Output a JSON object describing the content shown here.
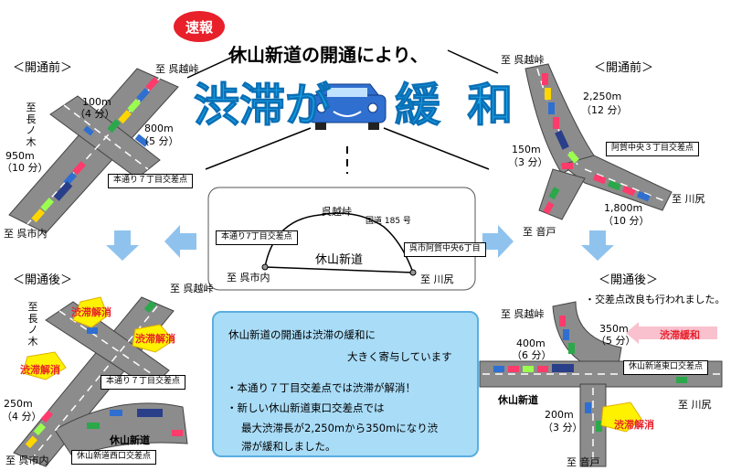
{
  "banner": {
    "badge": "速報",
    "headline": "休山新道の開通により、",
    "big_left": "渋滞が",
    "big_right": "緩 和"
  },
  "top_left": {
    "section_label": "＜開通前＞",
    "to_kuregoe": "至 呉越峠",
    "to_nagaki": "至長ノ木",
    "to_kure": "至 呉市内",
    "dist_100": "100m",
    "time_100": "（4 分）",
    "dist_800": "800m",
    "time_800": "（5 分）",
    "dist_950": "950m",
    "time_950": "（10 分）",
    "sign": "本通り７丁目交差点"
  },
  "top_right": {
    "section_label": "＜開通前＞",
    "to_kuregoe": "至 呉越峠",
    "to_kawajiri": "至 川尻",
    "to_otoko": "至 音戸",
    "dist_2250": "2,250m",
    "time_2250": "（12 分）",
    "dist_150": "150m",
    "time_150": "（3 分）",
    "dist_1800": "1,800m",
    "time_1800": "（10 分）",
    "sign": "阿賀中央３丁目交差点"
  },
  "center_map": {
    "kuregoe": "呉越峠",
    "route": "国道 185 号",
    "yasumiyama": "休山新道",
    "left_sign": "本通り7丁目交差点",
    "right_sign": "呉市阿賀中央6丁目",
    "to_kure": "至 呉市内",
    "to_kawajiri": "至 川尻"
  },
  "bottom_left": {
    "section_label": "＜開通後＞",
    "to_kuregoe": "至 呉越峠",
    "to_nagaki": "至長ノ木",
    "to_kure": "至 呉市内",
    "relieved_1": "渋滞解消",
    "relieved_2": "渋滞解消",
    "relieved_3": "渋滞解消",
    "dist_250": "250m",
    "time_250": "（4 分）",
    "sign_1": "本通り７丁目交差点",
    "yasumiyama": "休山新道",
    "sign_2": "休山新道西口交差点"
  },
  "bottom_right": {
    "section_label": "＜開通後＞",
    "note": "・交差点改良も行われました。",
    "to_kuregoe": "至 呉越峠",
    "to_kawajiri": "至 川尻",
    "to_otoko": "至 音戸",
    "dist_400": "400m",
    "time_400": "（6 分）",
    "dist_350": "350m",
    "time_350": "（5 分）",
    "dist_200": "200m",
    "time_200": "（3 分）",
    "congestion_eased": "渋滞緩和",
    "relieved": "渋滞解消",
    "yasumiyama": "休山新道",
    "sign": "休山新道東口交差点"
  },
  "info_box": {
    "line1": "休山新道の開通は渋滞の緩和に",
    "line2": "大きく寄与しています",
    "bullet1": "・本通り７丁目交差点では渋滞が解消！",
    "bullet2": "・新しい休山新道東口交差点では",
    "bullet3": "最大渋滞長が2,250mから350mになり渋",
    "bullet4": "滞が緩和しました。"
  },
  "colors": {
    "road": "#8c8c8c",
    "arrow": "#8fc3ee",
    "accent_red": "#e8202a",
    "info_bg": "#a9dcf7",
    "title_blue": "#1aa3e8",
    "sticker_yellow": "#fff200"
  }
}
